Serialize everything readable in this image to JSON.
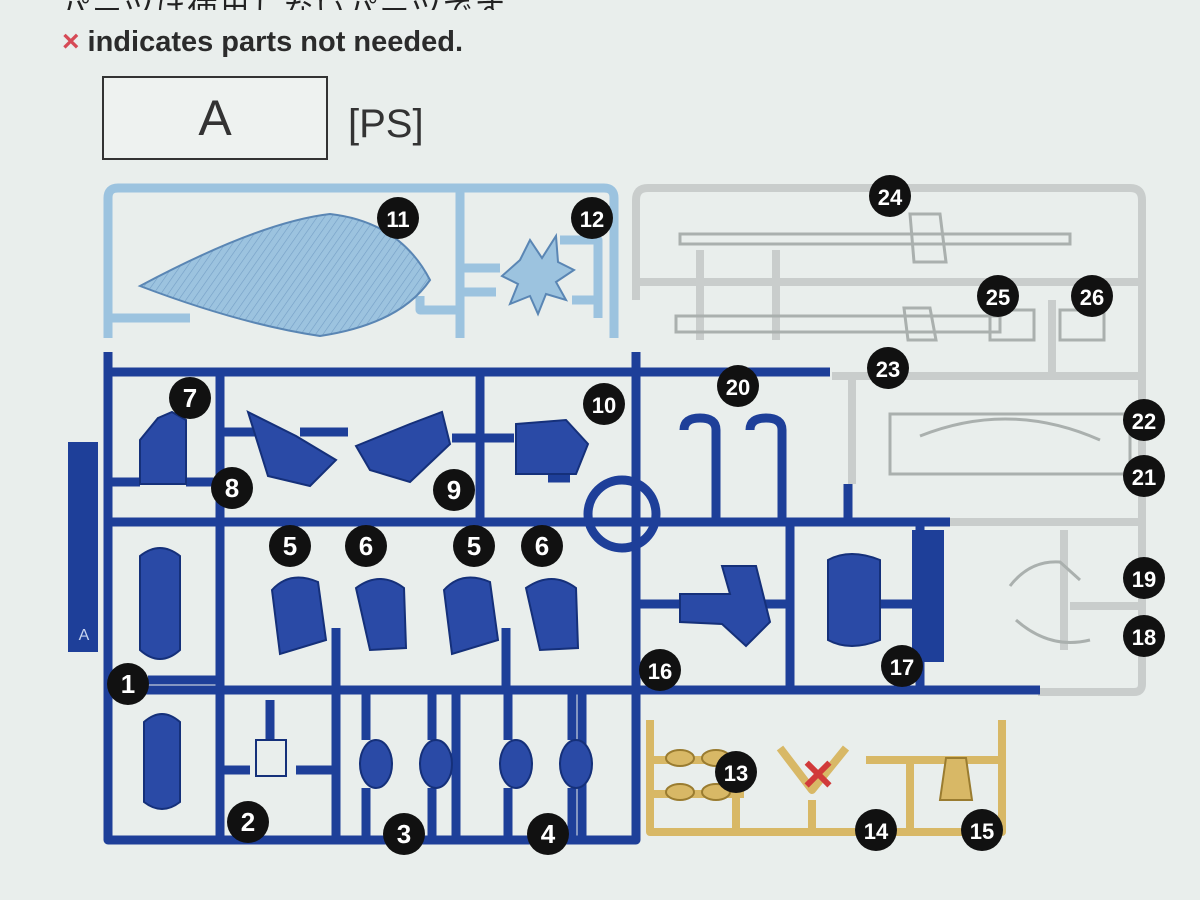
{
  "header": {
    "cut_off_line": "パーツは使用しないパーツです。",
    "note_symbol": "×",
    "note_text": "indicates parts not needed."
  },
  "runner": {
    "letter": "A",
    "material": "[PS]",
    "side_mark": "A"
  },
  "colors": {
    "blue": "#1e3f99",
    "light_blue": "#9cc3df",
    "clear": "#c8cccb",
    "gold": "#d8b866",
    "marker": "#111111",
    "cross": "#d13a3a"
  },
  "parts": [
    {
      "label": "1"
    },
    {
      "label": "2"
    },
    {
      "label": "3"
    },
    {
      "label": "4"
    },
    {
      "label": "5"
    },
    {
      "label": "6"
    },
    {
      "label": "5"
    },
    {
      "label": "6"
    },
    {
      "label": "7"
    },
    {
      "label": "8"
    },
    {
      "label": "9"
    },
    {
      "label": "10"
    },
    {
      "label": "11"
    },
    {
      "label": "12"
    },
    {
      "label": "13"
    },
    {
      "label": "14"
    },
    {
      "label": "15"
    },
    {
      "label": "16"
    },
    {
      "label": "17"
    },
    {
      "label": "18"
    },
    {
      "label": "19"
    },
    {
      "label": "20"
    },
    {
      "label": "21"
    },
    {
      "label": "22"
    },
    {
      "label": "23"
    },
    {
      "label": "24"
    },
    {
      "label": "25"
    },
    {
      "label": "26"
    }
  ],
  "not_needed_marker": "×"
}
